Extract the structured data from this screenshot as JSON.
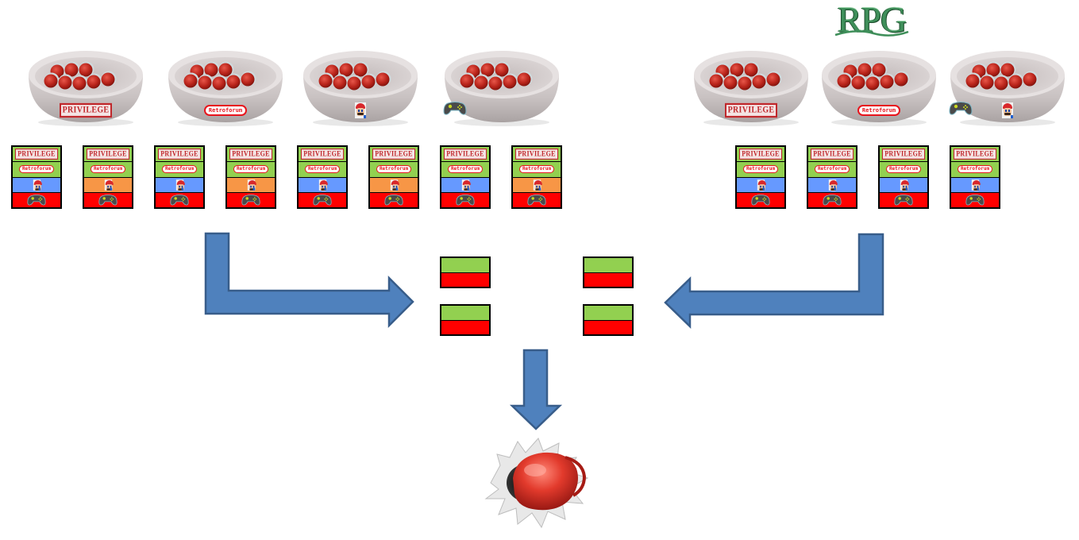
{
  "title": "RPG",
  "colors": {
    "green": "#92d050",
    "blue": "#6699ff",
    "orange": "#f79646",
    "red": "#ff0000",
    "arrow_fill": "#4f81bd",
    "arrow_stroke": "#385d8a",
    "title_green": "#3f8f5a"
  },
  "badges": {
    "privilege": "PRIVILEGE",
    "retroforum": "Retroforum",
    "mario": "mario-icon",
    "gamepad": "gamepad-icon"
  },
  "left_group": {
    "bowls": [
      {
        "label": "PRIVILEGE",
        "badge": "privilege",
        "balls": 8
      },
      {
        "label": "Retroforum",
        "badge": "retroforum",
        "balls": 8
      },
      {
        "label": "Mario",
        "badge": "mario",
        "balls": 8
      },
      {
        "label": "Gamepad",
        "badge": "gamepad",
        "balls": 8
      }
    ],
    "cards": [
      {
        "rows": [
          "privilege/green",
          "retroforum/green",
          "mario/blue",
          "gamepad/red"
        ]
      },
      {
        "rows": [
          "privilege/green",
          "retroforum/green",
          "mario/orange",
          "gamepad/red"
        ]
      },
      {
        "rows": [
          "privilege/green",
          "retroforum/green",
          "mario/blue",
          "gamepad/red"
        ]
      },
      {
        "rows": [
          "privilege/green",
          "retroforum/green",
          "mario/orange",
          "gamepad/red"
        ]
      },
      {
        "rows": [
          "privilege/green",
          "retroforum/green",
          "mario/blue",
          "gamepad/red"
        ]
      },
      {
        "rows": [
          "privilege/green",
          "retroforum/green",
          "mario/orange",
          "gamepad/red"
        ]
      },
      {
        "rows": [
          "privilege/green",
          "retroforum/green",
          "mario/blue",
          "gamepad/red"
        ]
      },
      {
        "rows": [
          "privilege/green",
          "retroforum/green",
          "mario/orange",
          "gamepad/red"
        ]
      }
    ]
  },
  "right_group": {
    "label": "RPG",
    "bowls": [
      {
        "label": "PRIVILEGE",
        "badge": "privilege",
        "balls": 8
      },
      {
        "label": "Retroforum",
        "badge": "retroforum",
        "balls": 8
      },
      {
        "label": "Mario + Gamepad",
        "badge": "mario+gamepad",
        "balls": 8
      }
    ],
    "cards": [
      {
        "rows": [
          "privilege/green",
          "retroforum/green",
          "mario/blue",
          "gamepad/red"
        ]
      },
      {
        "rows": [
          "privilege/green",
          "retroforum/green",
          "mario/blue",
          "gamepad/red"
        ]
      },
      {
        "rows": [
          "privilege/green",
          "retroforum/green",
          "mario/blue",
          "gamepad/red"
        ]
      },
      {
        "rows": [
          "privilege/green",
          "retroforum/green",
          "mario/blue",
          "gamepad/red"
        ]
      }
    ]
  },
  "results": {
    "left": [
      [
        "green",
        "red"
      ],
      [
        "green",
        "red"
      ]
    ],
    "right": [
      [
        "green",
        "red"
      ],
      [
        "green",
        "red"
      ]
    ]
  },
  "outcome": "boxing-glove-icon"
}
